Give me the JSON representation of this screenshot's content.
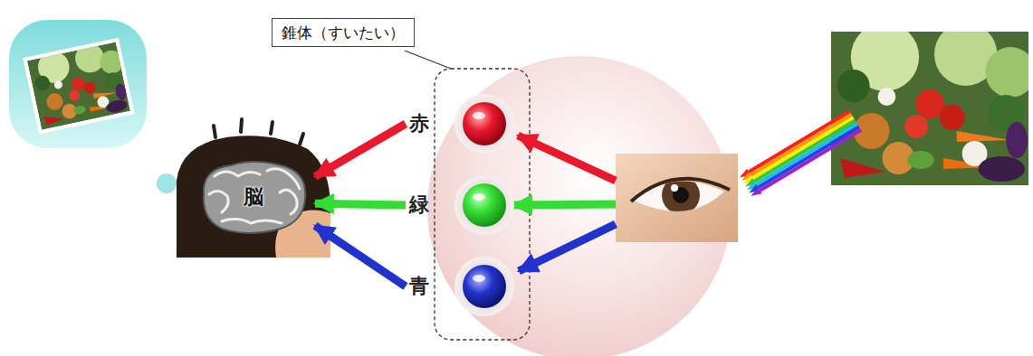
{
  "diagram": {
    "nodes": [
      {
        "text": [
          "錐体（すいたい）"
        ]
      },
      {
        "text": [
          "赤"
        ]
      },
      {
        "text": [
          "緑"
        ]
      },
      {
        "text": [
          "青"
        ]
      },
      {
        "text": [
          "脳"
        ]
      }
    ],
    "edges": [
      {
        "from": 1,
        "to": 4,
        "arrow": "to"
      },
      {
        "from": 2,
        "to": 4,
        "arrow": "to"
      },
      {
        "from": 3,
        "to": 4,
        "arrow": "to"
      }
    ]
  }
}
